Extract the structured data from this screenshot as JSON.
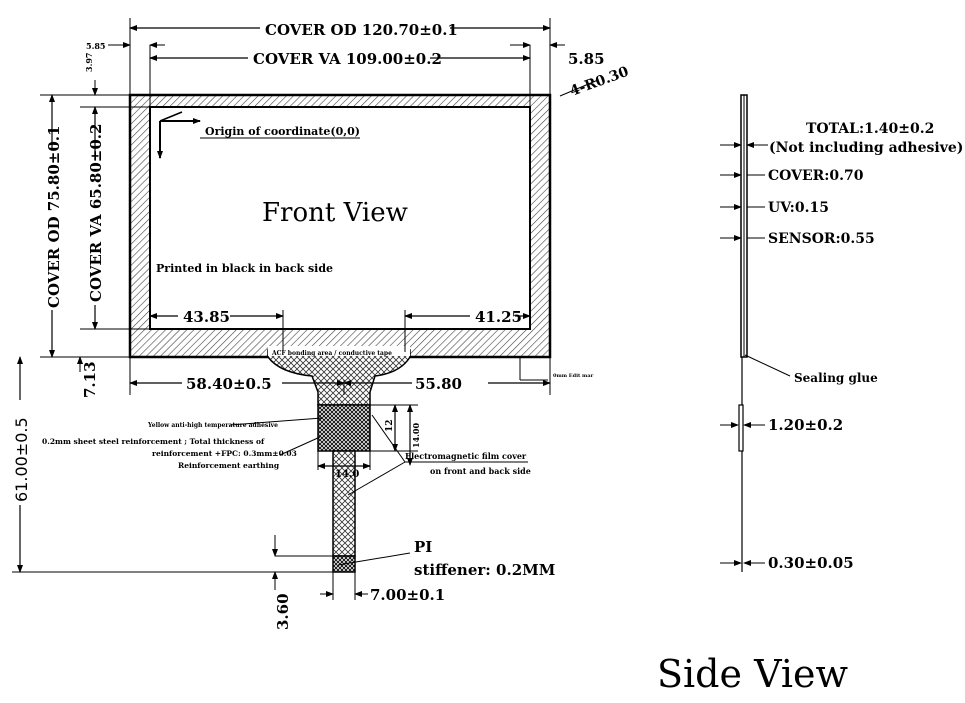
{
  "front_view": {
    "title": "Front View",
    "origin_note": "Origin of coordinate(0,0)",
    "printed_note": "Printed in black in back side",
    "dims": {
      "cover_od_width": "COVER OD 120.70±0.1",
      "cover_va_width": "COVER VA 109.00±0.2",
      "left_margin": "5.85",
      "right_margin": "5.85",
      "top_margin": "3.97",
      "corner_radius": "4-R0.30",
      "cover_od_height": "COVER OD 75.80±0.1",
      "cover_va_height": "COVER VA 65.80±0.2",
      "left_tail_offset": "43.85",
      "right_tail_offset": "41.25",
      "tail_center": "58.40±0.5",
      "tail_right": "55.80",
      "bottom_margin": "7.13",
      "fpc_length": "61.00±0.5",
      "stiffener_height": "12",
      "stiffener_total": "14.00",
      "stiffener_width": "14.0",
      "pi_tip_length": "3.60",
      "fpc_width": "7.00±0.1",
      "edge_note": "0mm Edit mar"
    },
    "notes": {
      "adhesive": "Yellow anti-high temperature adhesive",
      "reinforcement": "0.2mm sheet steel reinforcement ; Total thickness of",
      "reinforcement2": "reinforcement +FPC: 0.3mm±0.03",
      "earthing": "Reinforcement earthing",
      "emi_film": "Electromagnetic film cover",
      "emi_film2": "on front and back side",
      "pi_stiffener_1": "PI",
      "pi_stiffener_2": "stiffener: 0.2MM",
      "seam_text": "ACF bonding area / conductive tape"
    }
  },
  "side_view": {
    "title": "Side View",
    "total": "TOTAL:1.40±0.2",
    "total_note": "(Not including adhesive)",
    "cover": "COVER:0.70",
    "uv": "UV:0.15",
    "sensor": "SENSOR:0.55",
    "sealing": "Sealing glue",
    "fpc_thickness": "1.20±0.2",
    "tip_thickness": "0.30±0.05"
  }
}
